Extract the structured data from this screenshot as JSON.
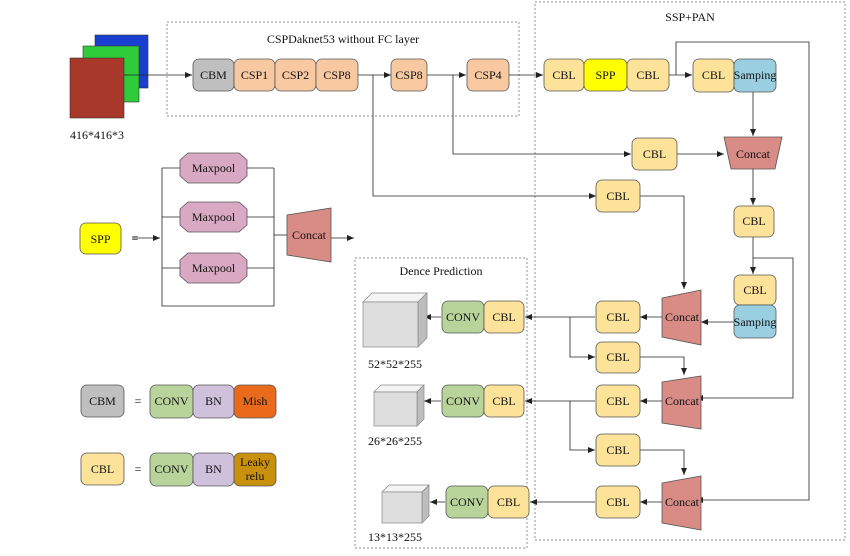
{
  "colors": {
    "cbm": "#bfbfbf",
    "csp": "#f8c8a0",
    "cbl": "#fde29a",
    "spp": "#ffff00",
    "samping": "#99cfe0",
    "concat": "#d98b85",
    "maxpool": "#d9a9c3",
    "conv": "#b9d49b",
    "bn": "#cfc0dc",
    "mish": "#ea6a1c",
    "leaky": "#c8900c"
  },
  "input": {
    "label": "416*416*3"
  },
  "backbone": {
    "title": "CSPDaknet53 without FC layer",
    "blocks": [
      "CBM",
      "CSP1",
      "CSP2",
      "CSP8",
      "CSP8",
      "CSP4"
    ]
  },
  "neck": {
    "title": "SSP+PAN",
    "cbl": "CBL",
    "spp": "SPP",
    "samping": "Samping",
    "concat": "Concat"
  },
  "prediction": {
    "title": "Dence Prediction",
    "conv": "CONV",
    "cbl": "CBL",
    "outputs": [
      "52*52*255",
      "26*26*255",
      "13*13*255"
    ]
  },
  "legend": {
    "equals": "=",
    "spp": {
      "name": "SPP",
      "maxpool": "Maxpool",
      "concat": "Concat"
    },
    "cbm": {
      "name": "CBM",
      "parts": [
        "CONV",
        "BN",
        "Mish"
      ]
    },
    "cbl": {
      "name": "CBL",
      "parts": [
        "CONV",
        "BN"
      ],
      "last": [
        "Leaky",
        "relu"
      ]
    }
  }
}
